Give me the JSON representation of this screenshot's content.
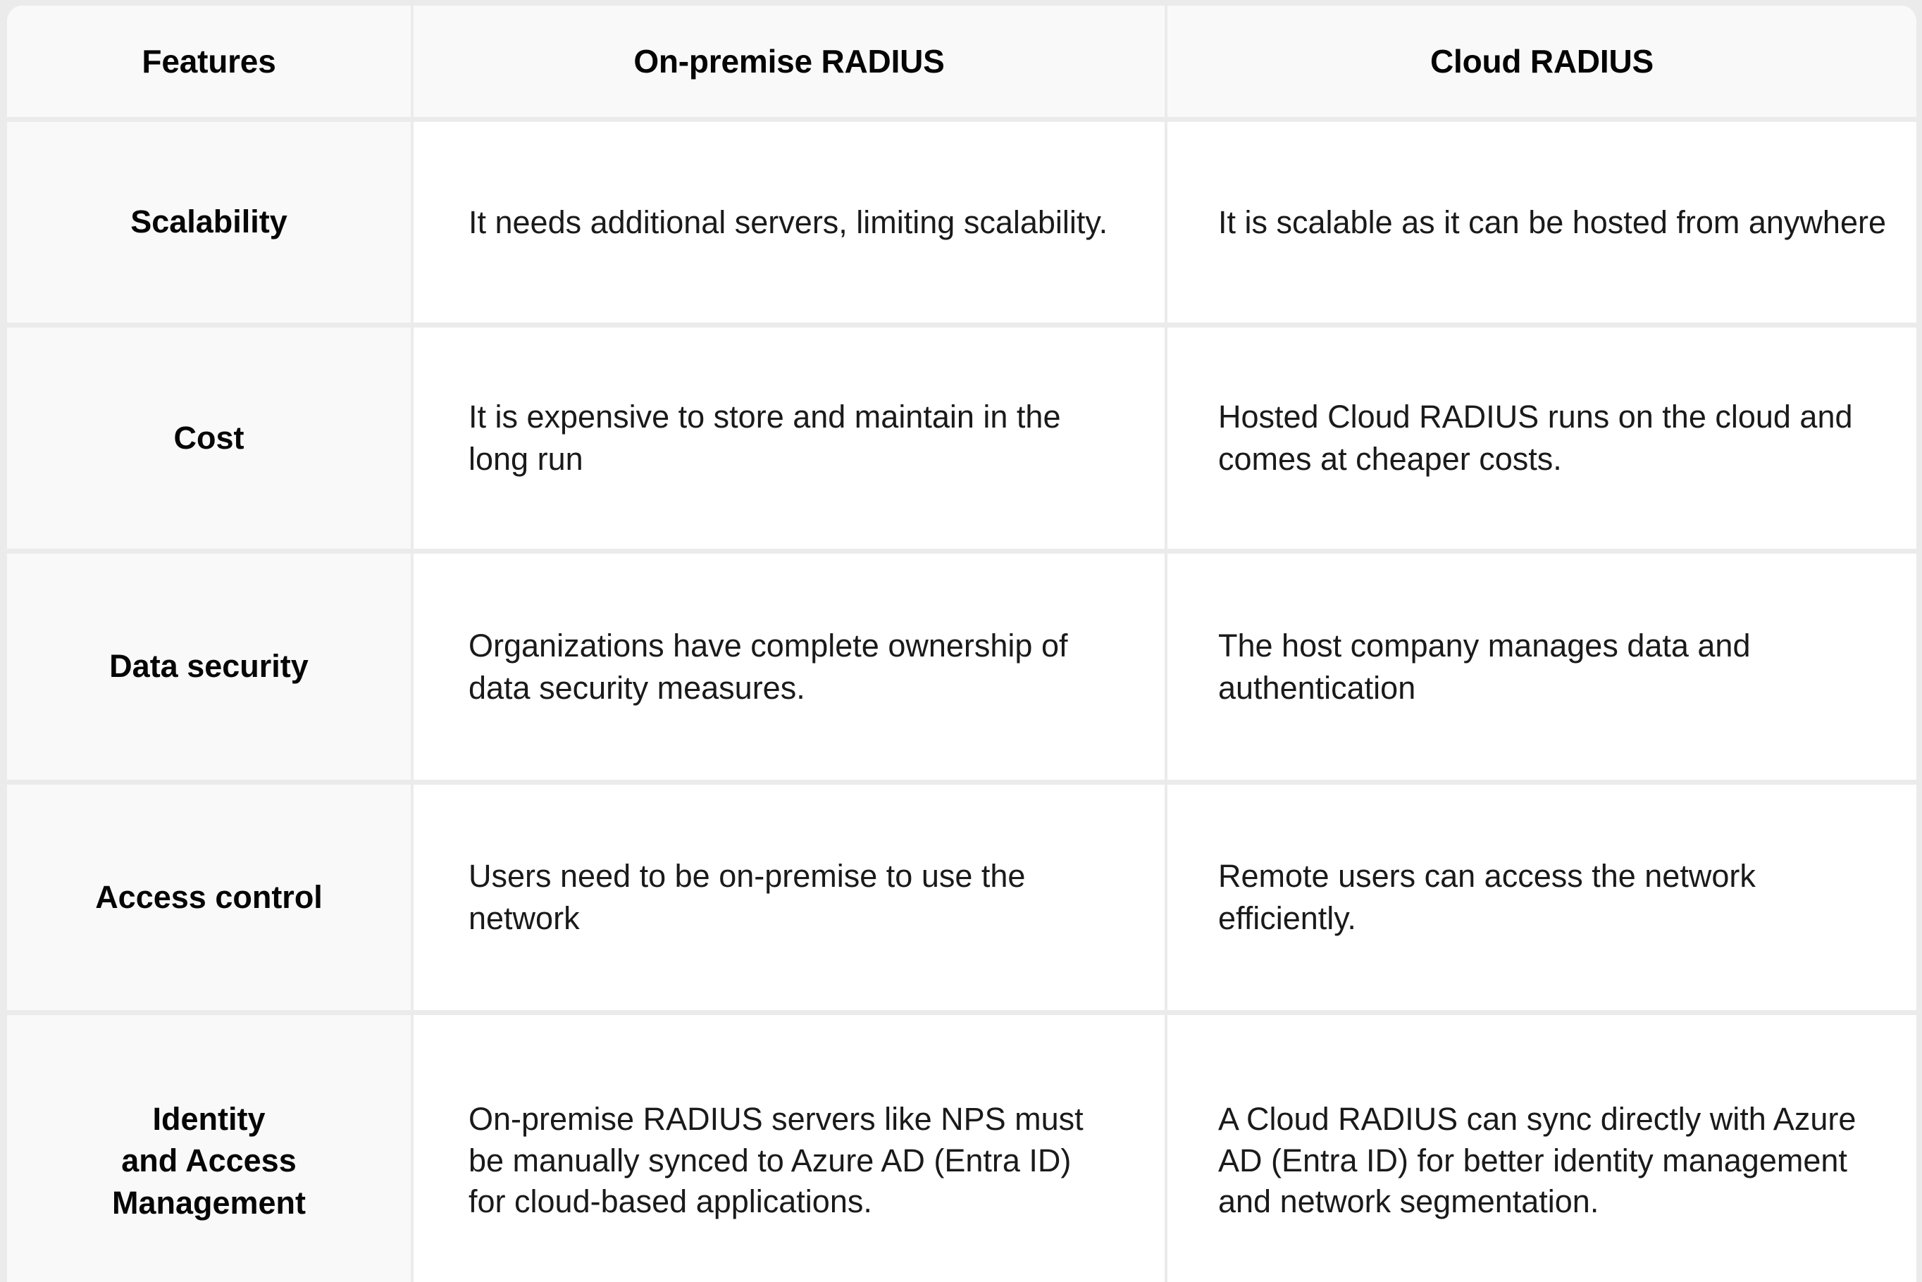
{
  "table": {
    "headers": [
      "Features",
      "On-premise RADIUS",
      "Cloud RADIUS"
    ],
    "rows": [
      {
        "feature": "Scalability",
        "on_premise": "It needs additional servers, limiting scalability.",
        "cloud": "It is scalable as it can be hosted from anywhere"
      },
      {
        "feature": "Cost",
        "on_premise": "It is expensive to store and maintain in the long run",
        "cloud": "Hosted Cloud RADIUS runs on the cloud and comes at cheaper costs."
      },
      {
        "feature": "Data security",
        "on_premise": "Organizations have complete ownership of data security measures.",
        "cloud": "The host company manages data and authentication"
      },
      {
        "feature": "Access control",
        "on_premise": "Users need to be on-premise to use the network",
        "cloud": " Remote users can access the network efficiently."
      },
      {
        "feature": "Identity\nand Access\nManagement",
        "on_premise": "On-premise RADIUS servers like NPS must be manually synced to Azure AD (Entra ID) for cloud-based applications.",
        "cloud": "A Cloud RADIUS can sync directly with Azure AD (Entra ID)  for better identity management and network segmentation."
      }
    ]
  },
  "colors": {
    "page_background": "#ebebeb",
    "header_background": "#f9f9f9",
    "feature_column_background": "#f9f9f9",
    "cell_background": "#ffffff",
    "border": "#ebebeb",
    "text": "#111111"
  }
}
